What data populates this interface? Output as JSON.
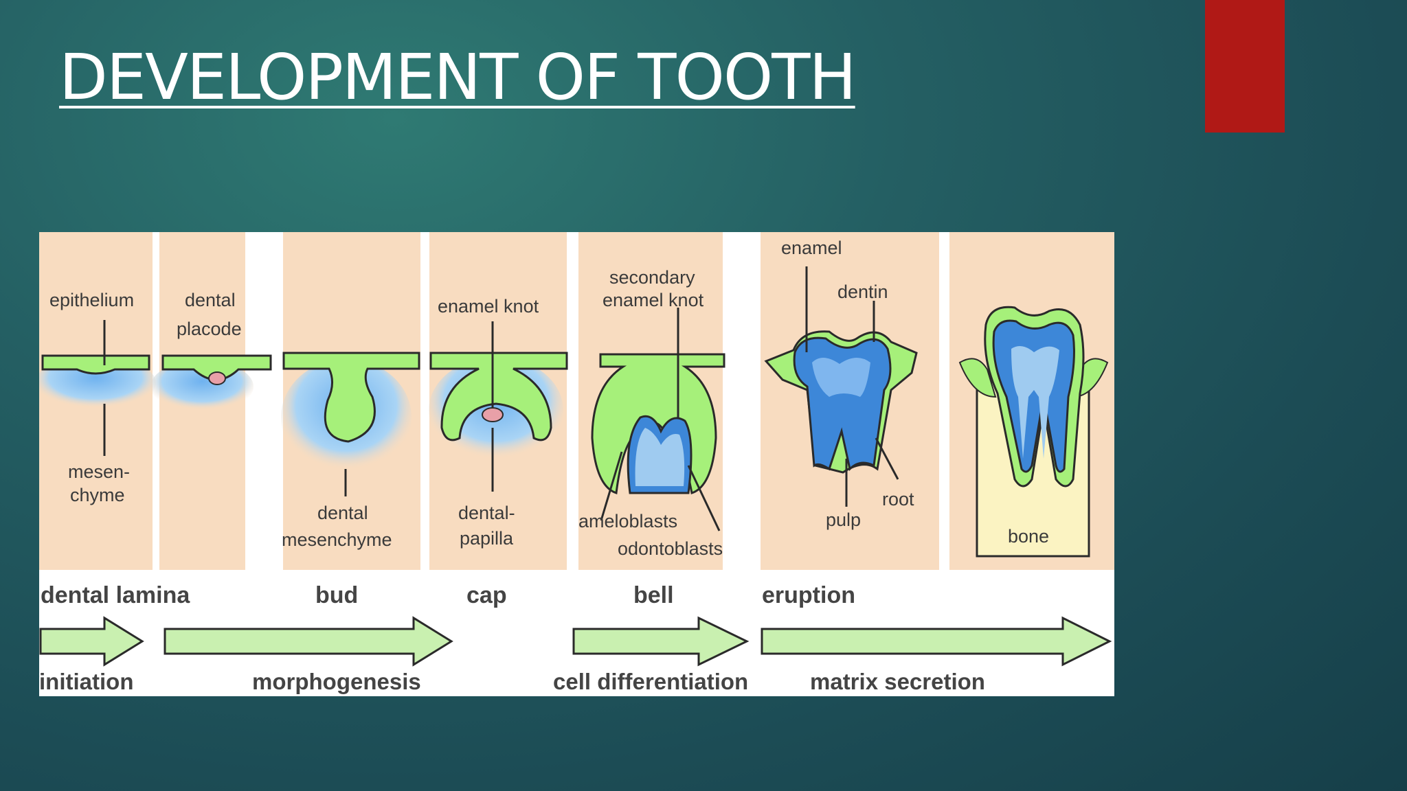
{
  "slide": {
    "title": "DEVELOPMENT OF TOOTH",
    "accent_color": "#b01916"
  },
  "diagram": {
    "labels": {
      "epithelium": "epithelium",
      "mesenchyme_1": "mesen-",
      "mesenchyme_2": "chyme",
      "dental_placode_1": "dental",
      "dental_placode_2": "placode",
      "dental_mesenchyme_1": "dental",
      "dental_mesenchyme_2": "mesenchyme",
      "enamel_knot": "enamel knot",
      "dental_papilla_1": "dental-",
      "dental_papilla_2": "papilla",
      "secondary_enamel_knot_1": "secondary",
      "secondary_enamel_knot_2": "enamel knot",
      "ameloblasts": "ameloblasts",
      "odontoblasts": "odontoblasts",
      "enamel": "enamel",
      "dentin": "dentin",
      "root": "root",
      "pulp": "pulp",
      "bone": "bone"
    },
    "stages": [
      "dental lamina",
      "bud",
      "cap",
      "bell",
      "eruption"
    ],
    "processes": [
      "initiation",
      "morphogenesis",
      "cell differentiation",
      "matrix secretion"
    ],
    "colors": {
      "panel": "#f8dcc0",
      "epithelium": "#a6f07a",
      "mesenchyme": "#7fbdf0",
      "tooth_blue": "#3d87d8",
      "outline": "#2a2a2a",
      "arrow": "#c9f0b0",
      "bone": "#fbf3c2",
      "knot": "#e8a0a8"
    }
  }
}
